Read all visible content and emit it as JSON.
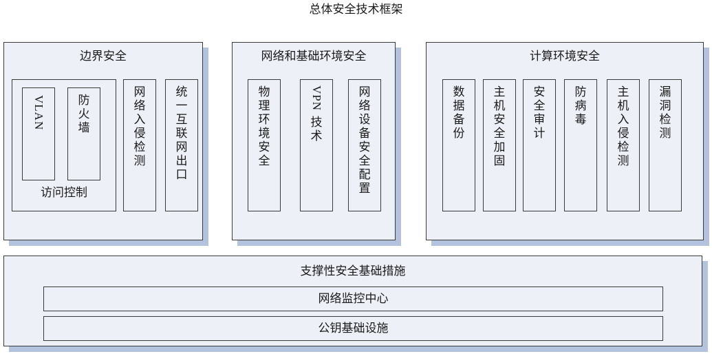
{
  "title": "总体安全技术框架",
  "boundary": {
    "title": "边界安全",
    "access_control": "访问控制",
    "vlan": "VLAN",
    "firewall": "防\n火\n墙",
    "ids": "网\n络\n入\n侵\n检\n测",
    "internet_exit": "统\n一\n互\n联\n网\n出\n口"
  },
  "network": {
    "title": "网络和基础环境安全",
    "physical": "物\n理\n环\n境\n安\n全",
    "vpn_latin": "VPN",
    "vpn_cjk": "技\n术",
    "device_config": "网\n络\n设\n备\n安\n全\n配\n置"
  },
  "compute": {
    "title": "计算环境安全",
    "items": [
      "数\n据\n备\n份",
      "主\n机\n安\n全\n加\n固",
      "安\n全\n审\n计",
      "防\n病\n毒",
      "主\n机\n入\n侵\n检\n测",
      "漏\n洞\n检\n测"
    ]
  },
  "support": {
    "title": "支撑性安全基础措施",
    "monitoring": "网络监控中心",
    "pki": "公钥基础设施"
  }
}
